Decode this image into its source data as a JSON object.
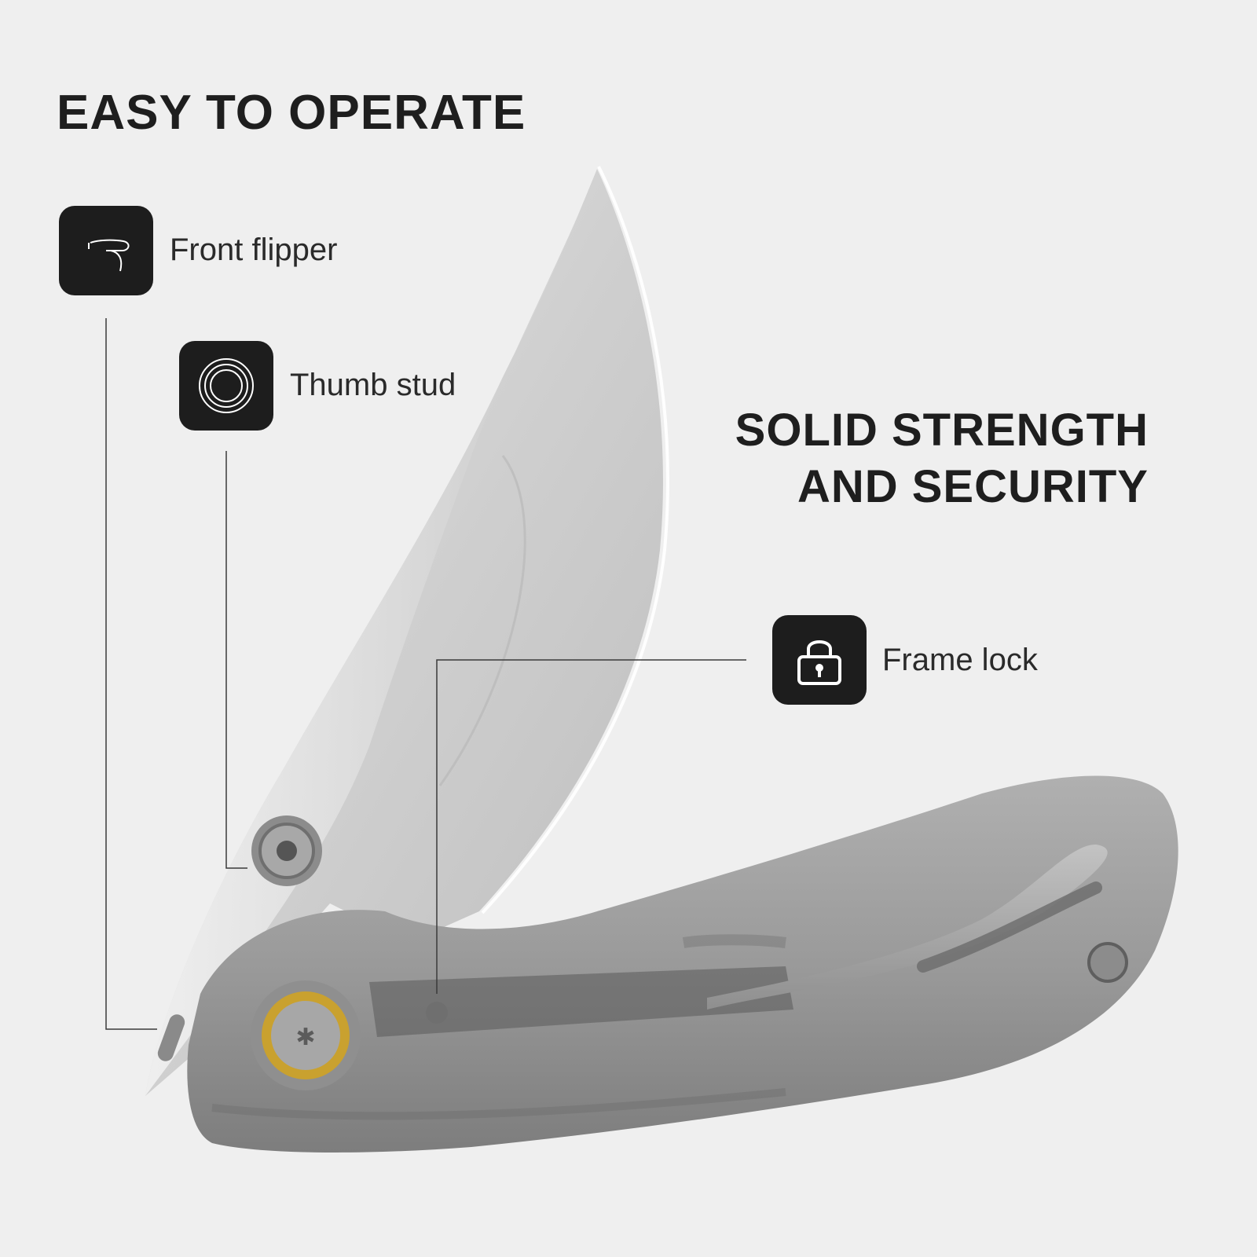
{
  "headings": {
    "easy_to_operate": "EASY TO OPERATE",
    "solid_line1": "SOLID STRENGTH",
    "solid_line2": "AND SECURITY"
  },
  "features": [
    {
      "label": "Front flipper",
      "icon": "flipper-icon"
    },
    {
      "label": "Thumb stud",
      "icon": "thumb-stud-icon"
    },
    {
      "label": "Frame lock",
      "icon": "lock-icon"
    }
  ],
  "colors": {
    "background": "#efefef",
    "text": "#1e1e1e",
    "badge": "#1d1d1d",
    "blade": "#d4d4d4",
    "handle": "#9c9c9c",
    "pivot_ring": "#c9a12f"
  }
}
